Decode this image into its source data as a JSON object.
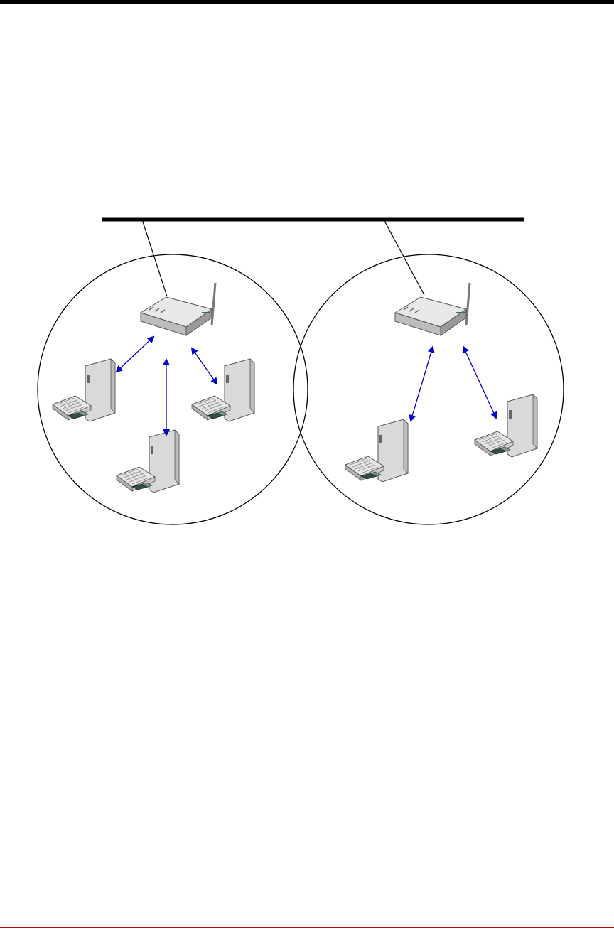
{
  "page": {
    "header_rule_color": "#000000",
    "footer_rule_color": "#cc0000"
  },
  "diagram": {
    "components": {
      "backbone": "wired-backbone",
      "cells": [
        "cell-1",
        "cell-2"
      ],
      "access_points": [
        "access-point-1",
        "access-point-2"
      ],
      "stations": {
        "cell-1": [
          "laptop-1",
          "laptop-2",
          "laptop-3"
        ],
        "cell-2": [
          "laptop-4",
          "laptop-5"
        ]
      }
    },
    "link_color": "#0000cc",
    "cell_outline_color": "#000000"
  }
}
